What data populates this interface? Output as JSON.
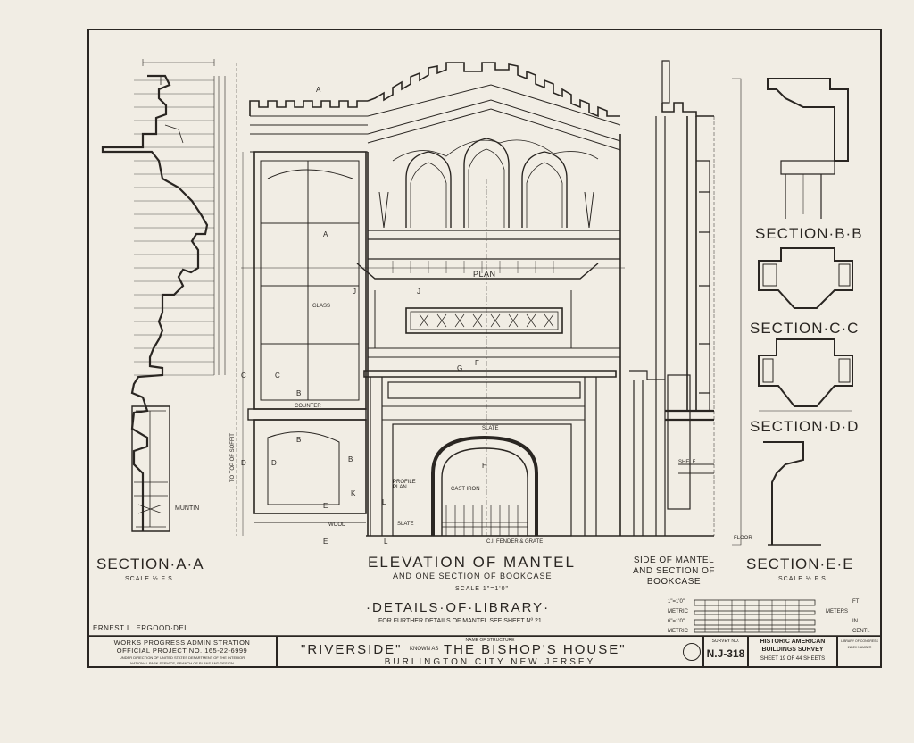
{
  "sections": {
    "aa": {
      "title": "SECTION·A·A",
      "scale": "SCALE ½ F.S."
    },
    "bb": {
      "title": "SECTION·B·B"
    },
    "cc": {
      "title": "SECTION·C·C"
    },
    "dd": {
      "title": "SECTION·D·D"
    },
    "ee": {
      "title": "SECTION·E·E",
      "scale": "SCALE ½ F.S."
    }
  },
  "elevation": {
    "title": "ELEVATION OF MANTEL",
    "subtitle": "AND ONE SECTION OF BOOKCASE",
    "scale": "SCALE 1\"=1'0\""
  },
  "side": {
    "line1": "SIDE OF MANTEL",
    "line2": "AND SECTION OF",
    "line3": "BOOKCASE"
  },
  "details": {
    "title": "·DETAILS·OF·LIBRARY·",
    "note": "FOR FURTHER DETAILS OF MANTEL SEE SHEET Nº 21"
  },
  "labels": {
    "plan": "PLAN",
    "glass": "GLASS",
    "counter": "COUNTER",
    "slate": "SLATE",
    "slate2": "SLATE",
    "profile_plan": "PROFILE PLAN",
    "cast_iron": "CAST IRON",
    "wood": "WOOD",
    "fender": "C.I. FENDER & GRATE",
    "muntin": "MUNTIN",
    "shelf": "SHELF",
    "floor": "FLOOR",
    "soffit": "TO TOP OF SOFFIT",
    "m_a": "A",
    "m_a2": "A",
    "m_j": "J",
    "m_j2": "J",
    "m_g": "G",
    "m_f": "F",
    "m_h": "H",
    "m_c": "C",
    "m_c2": "C",
    "m_b": "B",
    "m_b2": "B",
    "m_d": "D",
    "m_d2": "D",
    "m_e": "E",
    "m_e2": "E",
    "m_l": "L",
    "m_l2": "L",
    "m_k": "K",
    "m_b3": "B"
  },
  "scale_bar": {
    "r1": "1\"=1'0\"",
    "r2": "METRIC",
    "r3": "6\"=1'0\"",
    "r4": "METRIC",
    "u1": "FT",
    "u2": "METERS",
    "u3": "IN.",
    "u4": "CENTI."
  },
  "title_block": {
    "delineator": "ERNEST L. ERGOOD·DEL.",
    "wpa1": "WORKS PROGRESS ADMINISTRATION",
    "wpa2": "OFFICIAL PROJECT NO. 165-22-6999",
    "wpa3": "UNDER DIRECTION OF UNITED STATES DEPARTMENT OF THE INTERIOR",
    "wpa4": "NATIONAL PARK SERVICE, BRANCH OF PLANS AND DESIGN",
    "structure_label": "NAME OF STRUCTURE",
    "name_main": "\"RIVERSIDE\"",
    "name_known": "KNOWN AS",
    "name_alt": "THE BISHOP'S HOUSE\"",
    "location": "BURLINGTON CITY NEW JERSEY",
    "survey_label": "SURVEY NO.",
    "survey_no": "N.J-318",
    "habs1": "HISTORIC AMERICAN",
    "habs2": "BUILDINGS SURVEY",
    "sheet": "SHEET 19 OF 44 SHEETS",
    "loc1": "LIBRARY OF CONGRESS",
    "loc2": "INDEX NUMBER"
  }
}
